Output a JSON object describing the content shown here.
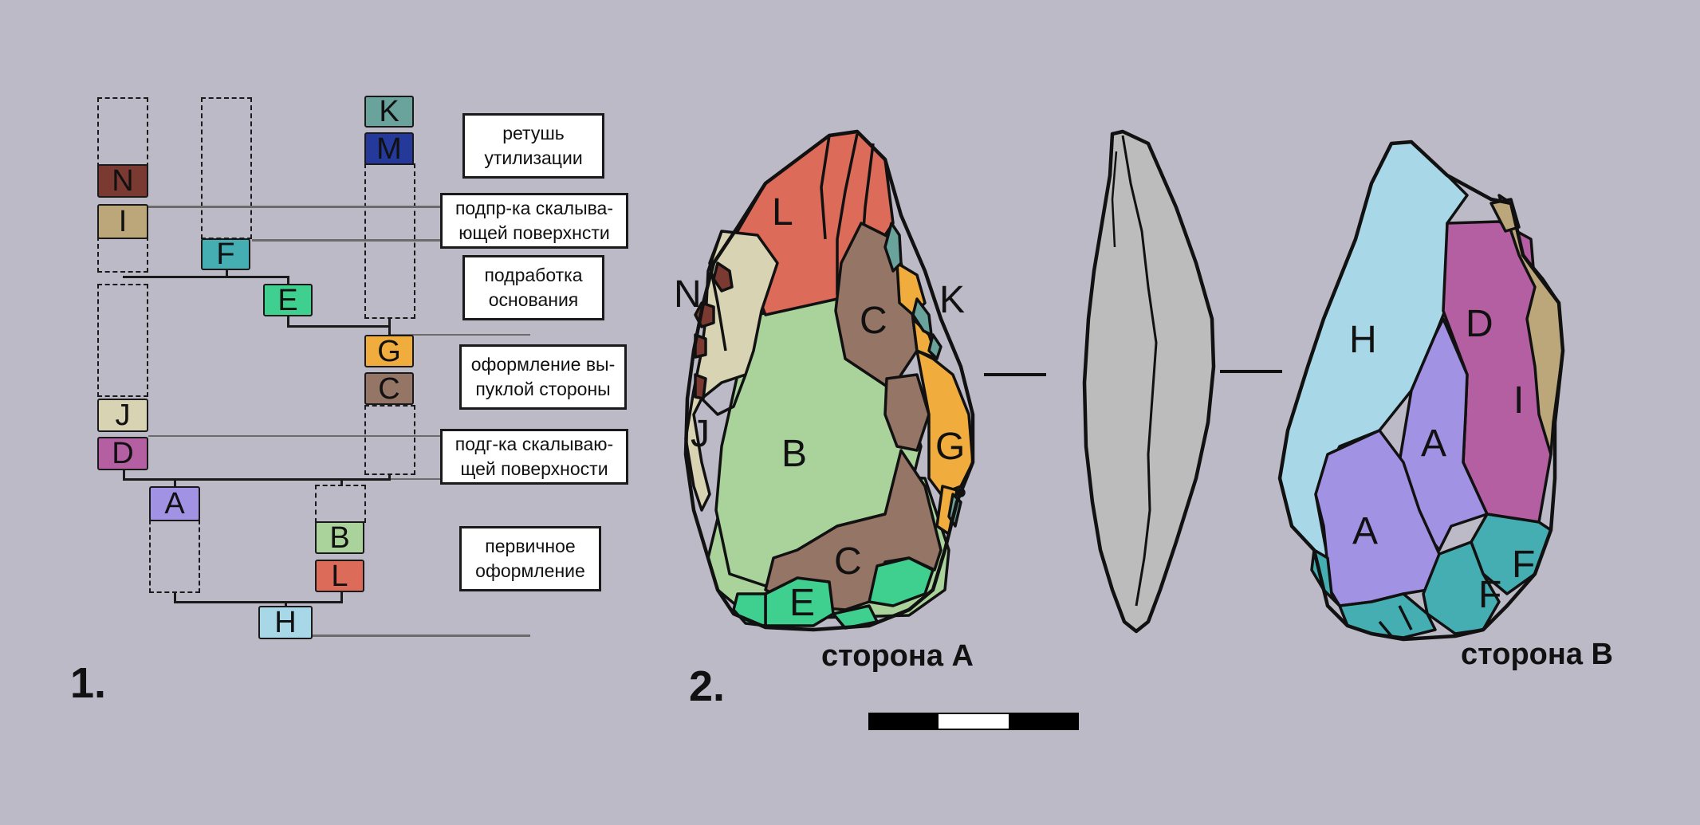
{
  "diagram1": {
    "number": "1.",
    "nodes": {
      "K": {
        "label": "K",
        "color": "#6aa39b"
      },
      "M": {
        "label": "M",
        "color": "#24399a"
      },
      "N": {
        "label": "N",
        "color": "#7a3a32"
      },
      "I": {
        "label": "I",
        "color": "#bba77a"
      },
      "F": {
        "label": "F",
        "color": "#45aeb3"
      },
      "E": {
        "label": "E",
        "color": "#3fcf8e"
      },
      "G": {
        "label": "G",
        "color": "#f0ad3e"
      },
      "C": {
        "label": "C",
        "color": "#957565"
      },
      "J": {
        "label": "J",
        "color": "#d7d3b3"
      },
      "D": {
        "label": "D",
        "color": "#b45fa2"
      },
      "A": {
        "label": "A",
        "color": "#a192e4"
      },
      "B": {
        "label": "B",
        "color": "#a9d39b"
      },
      "L": {
        "label": "L",
        "color": "#dc6b5a"
      },
      "H": {
        "label": "H",
        "color": "#a8d8e8"
      }
    },
    "stages": [
      "ретушь\nутилизации",
      "подпр-ка скалыва-\nющей поверхнсти",
      "подработка\nоснования",
      "оформление вы-\nпуклой стороны",
      "подг-ка скалываю-\nщей поверхности",
      "первичное\nоформление"
    ]
  },
  "diagram2": {
    "number": "2.",
    "side_a": {
      "caption": "сторона A",
      "labels": [
        "L",
        "N",
        "K",
        "C",
        "B",
        "J",
        "G",
        "C",
        "E"
      ]
    },
    "side_b": {
      "caption": "сторона B",
      "labels": [
        "H",
        "D",
        "I",
        "A",
        "A",
        "F",
        "F"
      ]
    },
    "profile_color": "#bcbcbc"
  }
}
